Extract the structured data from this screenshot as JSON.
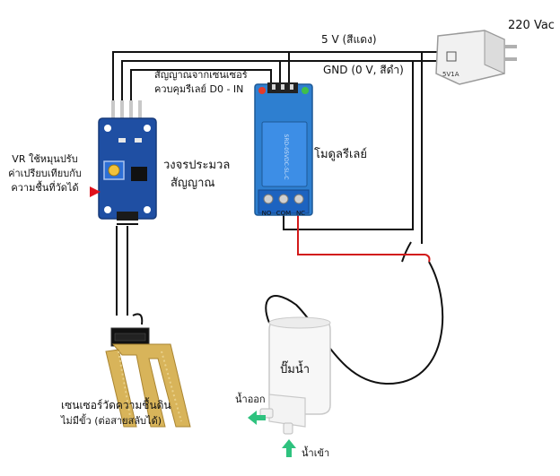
{
  "labels": {
    "ac_input": "220 Vac",
    "vcc_line": "5 V (สีแดง)",
    "gnd_line": "GND (0 V, สีดำ)",
    "signal_line_1": "สัญญาณจากเซนเซอร์",
    "signal_line_2": "ควบคุมรีเลย์ D0 - IN",
    "vr_note_1": "VR ใช้หมุนปรับ",
    "vr_note_2": "ค่าเปรียบเทียบกับ",
    "vr_note_3": "ความชื้นที่วัดได้",
    "processor_1": "วงจรประมวล",
    "processor_2": "สัญญาณ",
    "relay_module": "โมดูลรีเลย์",
    "pump": "ปั๊มน้ำ",
    "water_out": "น้ำออก",
    "water_in": "น้ำเข้า",
    "sensor_1": "เซนเซอร์วัดความชื้นดิน",
    "sensor_2": "ไม่มีขั้ว (ต่อสายสลับได้)"
  },
  "components": {
    "adapter_marking": "5V1A",
    "relay_terminals": [
      "NO",
      "COM",
      "NC"
    ]
  },
  "colors": {
    "wire_black": "#111111",
    "wire_red": "#d21a1a",
    "pcb_blue": "#1f4fa3",
    "relay_blue": "#2e7fd0",
    "arrow_green": "#2ec27e",
    "pointer_red": "#e0101a"
  }
}
